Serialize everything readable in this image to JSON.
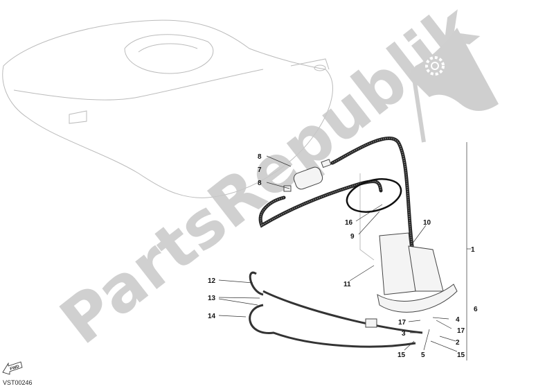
{
  "diagram": {
    "watermark": "PartsRepublik",
    "drawing_code": "VST00246",
    "fwd_label": "FWD",
    "callouts": [
      "8",
      "7",
      "8",
      "16",
      "9",
      "10",
      "1",
      "11",
      "12",
      "13",
      "14",
      "6",
      "4",
      "17",
      "17",
      "3",
      "2",
      "15",
      "5",
      "15"
    ]
  }
}
